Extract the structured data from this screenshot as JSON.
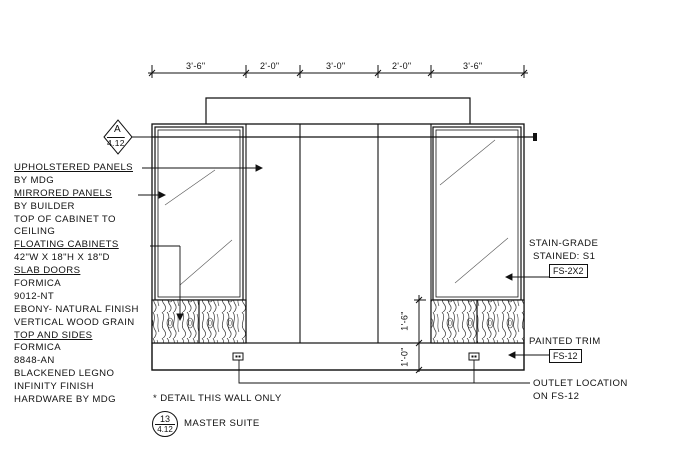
{
  "dimensions": [
    "3'-6\"",
    "2'-0\"",
    "3'-0\"",
    "2'-0\"",
    "3'-6\""
  ],
  "vertical_dimensions": [
    "1'-6\"",
    "1'-0\""
  ],
  "section_marker": {
    "letter": "A",
    "sheet": "4.12"
  },
  "left_notes": [
    {
      "text": "UPHOLSTERED PANELS",
      "underline": true
    },
    {
      "text": "BY MDG",
      "underline": false
    },
    {
      "text": "MIRRORED PANELS",
      "underline": true
    },
    {
      "text": "BY BUILDER",
      "underline": false
    },
    {
      "text": "TOP OF CABINET TO",
      "underline": false
    },
    {
      "text": "CEILING",
      "underline": false
    },
    {
      "text": "FLOATING CABINETS",
      "underline": true
    },
    {
      "text": "42\"W X 18\"H X 18\"D",
      "underline": false
    },
    {
      "text": "SLAB DOORS",
      "underline": true
    },
    {
      "text": "FORMICA",
      "underline": false
    },
    {
      "text": "9012-NT",
      "underline": false
    },
    {
      "text": "EBONY- NATURAL FINISH",
      "underline": false
    },
    {
      "text": "VERTICAL WOOD GRAIN",
      "underline": false
    },
    {
      "text": "TOP AND SIDES",
      "underline": true
    },
    {
      "text": "FORMICA",
      "underline": false
    },
    {
      "text": "8848-AN",
      "underline": false
    },
    {
      "text": "BLACKENED LEGNO",
      "underline": false
    },
    {
      "text": "INFINITY FINISH",
      "underline": false
    },
    {
      "text": "HARDWARE BY MDG",
      "underline": false
    }
  ],
  "right_notes": {
    "stain_line1": "STAIN-GRADE",
    "stain_line2": "STAINED: S1",
    "stain_tag": "FS-2X2",
    "trim": "PAINTED TRIM",
    "trim_tag": "FS-12",
    "outlet_line1": "OUTLET LOCATION",
    "outlet_line2": "ON FS-12"
  },
  "footnote": "* DETAIL THIS WALL ONLY",
  "title_marker": {
    "number": "13",
    "sheet": "4.12"
  },
  "title": "MASTER SUITE"
}
